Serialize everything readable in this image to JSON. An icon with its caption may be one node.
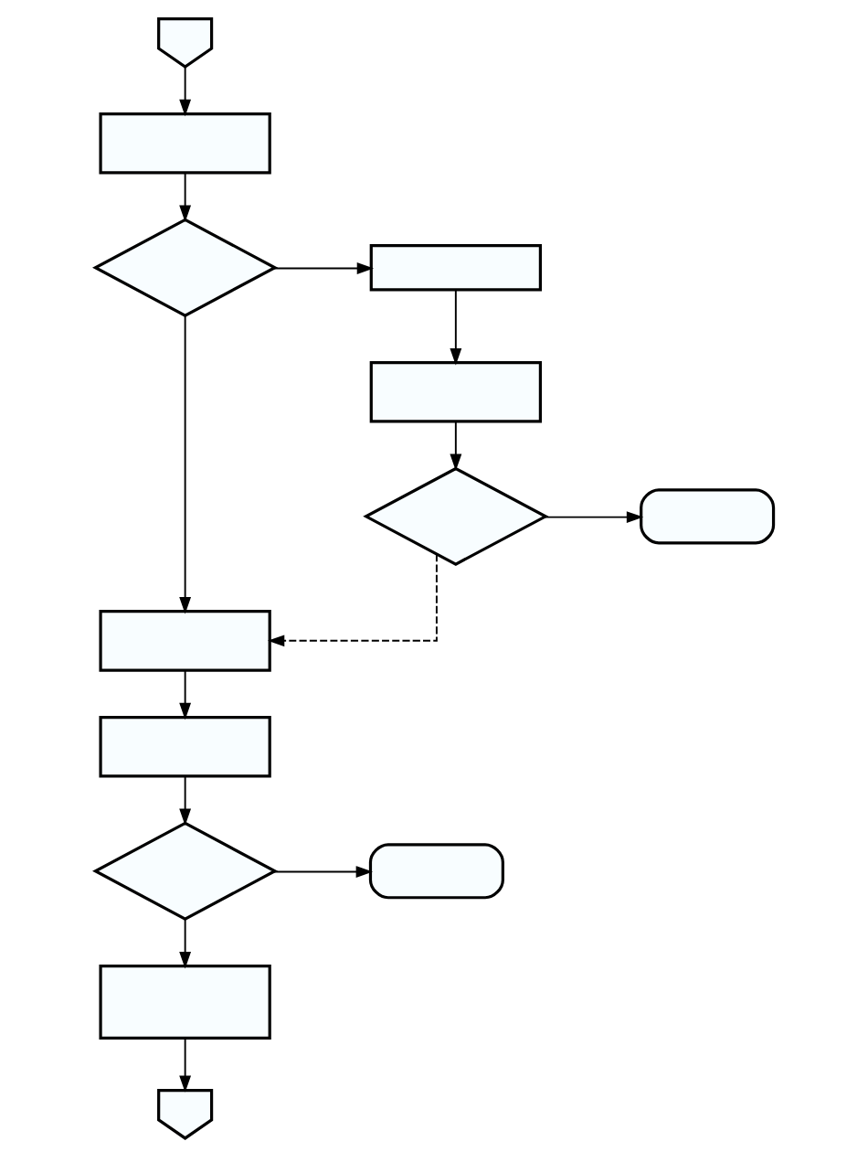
{
  "diagram": {
    "nodes": [
      {
        "text": [],
        "shape": "pentagon"
      },
      {
        "text": [],
        "shape": "box"
      },
      {
        "text": [],
        "shape": "diamond"
      },
      {
        "text": [],
        "shape": "box"
      },
      {
        "text": [],
        "shape": "box"
      },
      {
        "text": [],
        "shape": "diamond"
      },
      {
        "text": [],
        "shape": "pill"
      },
      {
        "text": [],
        "shape": "box"
      },
      {
        "text": [],
        "shape": "box"
      },
      {
        "text": [],
        "shape": "diamond"
      },
      {
        "text": [],
        "shape": "pill"
      },
      {
        "text": [],
        "shape": "box"
      },
      {
        "text": [],
        "shape": "pentagon"
      }
    ],
    "edges": [
      {
        "from": 0,
        "to": 1,
        "arrow": "to"
      },
      {
        "from": 1,
        "to": 2,
        "arrow": "to"
      },
      {
        "from": 2,
        "to": 3,
        "arrow": "to"
      },
      {
        "from": 3,
        "to": 4,
        "arrow": "to"
      },
      {
        "from": 4,
        "to": 5,
        "arrow": "to"
      },
      {
        "from": 5,
        "to": 6,
        "arrow": "to"
      },
      {
        "from": 5,
        "to": 7,
        "arrow": "to",
        "style": "dashed"
      },
      {
        "from": 2,
        "to": 7,
        "arrow": "to"
      },
      {
        "from": 7,
        "to": 8,
        "arrow": "to"
      },
      {
        "from": 8,
        "to": 9,
        "arrow": "to"
      },
      {
        "from": 9,
        "to": 10,
        "arrow": "to"
      },
      {
        "from": 9,
        "to": 11,
        "arrow": "to"
      },
      {
        "from": 11,
        "to": 12,
        "arrow": "to"
      }
    ]
  }
}
